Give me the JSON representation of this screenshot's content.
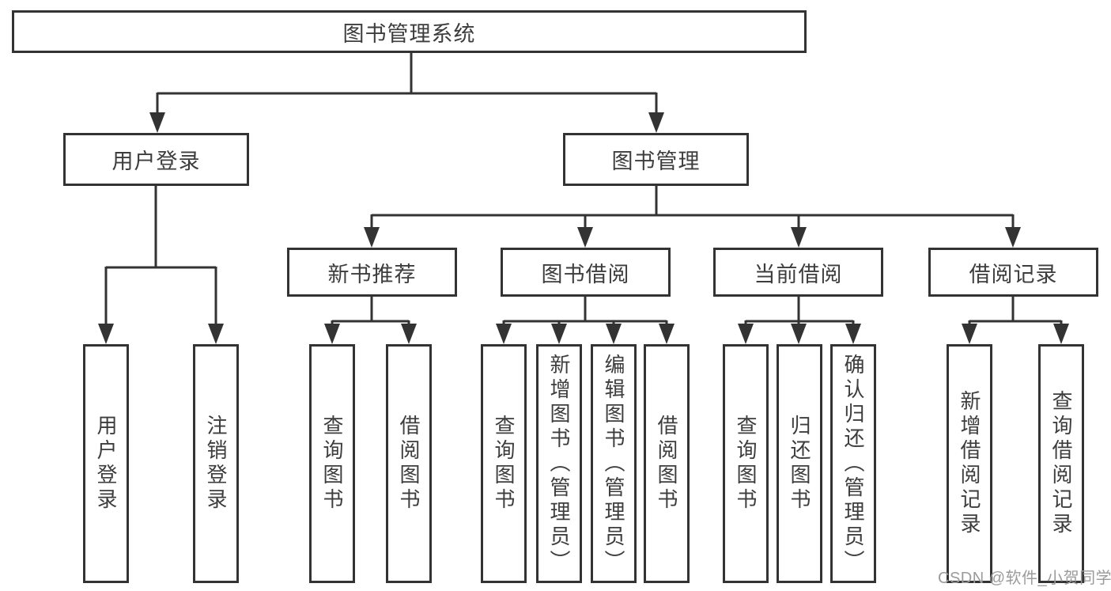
{
  "diagram": {
    "type": "hierarchy-tree",
    "tree": {
      "label": "图书管理系统",
      "children": [
        {
          "label": "用户登录",
          "children": [
            {
              "label": "用户登录"
            },
            {
              "label": "注销登录"
            }
          ]
        },
        {
          "label": "图书管理",
          "children": [
            {
              "label": "新书推荐",
              "children": [
                {
                  "label": "查询图书"
                },
                {
                  "label": "借阅图书"
                }
              ]
            },
            {
              "label": "图书借阅",
              "children": [
                {
                  "label": "查询图书"
                },
                {
                  "label": "新增图书（管理员）"
                },
                {
                  "label": "编辑图书（管理员）"
                },
                {
                  "label": "借阅图书"
                }
              ]
            },
            {
              "label": "当前借阅",
              "children": [
                {
                  "label": "查询图书"
                },
                {
                  "label": "归还图书"
                },
                {
                  "label": "确认归还（管理员）"
                }
              ]
            },
            {
              "label": "借阅记录",
              "children": [
                {
                  "label": "新增借阅记录"
                },
                {
                  "label": "查询借阅记录"
                }
              ]
            }
          ]
        }
      ]
    },
    "colors": {
      "line": "#333333",
      "text": "#3d3d3d",
      "watermark": "#9b9b9b",
      "background": "#ffffff"
    },
    "watermark": "CSDN @软件_小贺同学"
  }
}
